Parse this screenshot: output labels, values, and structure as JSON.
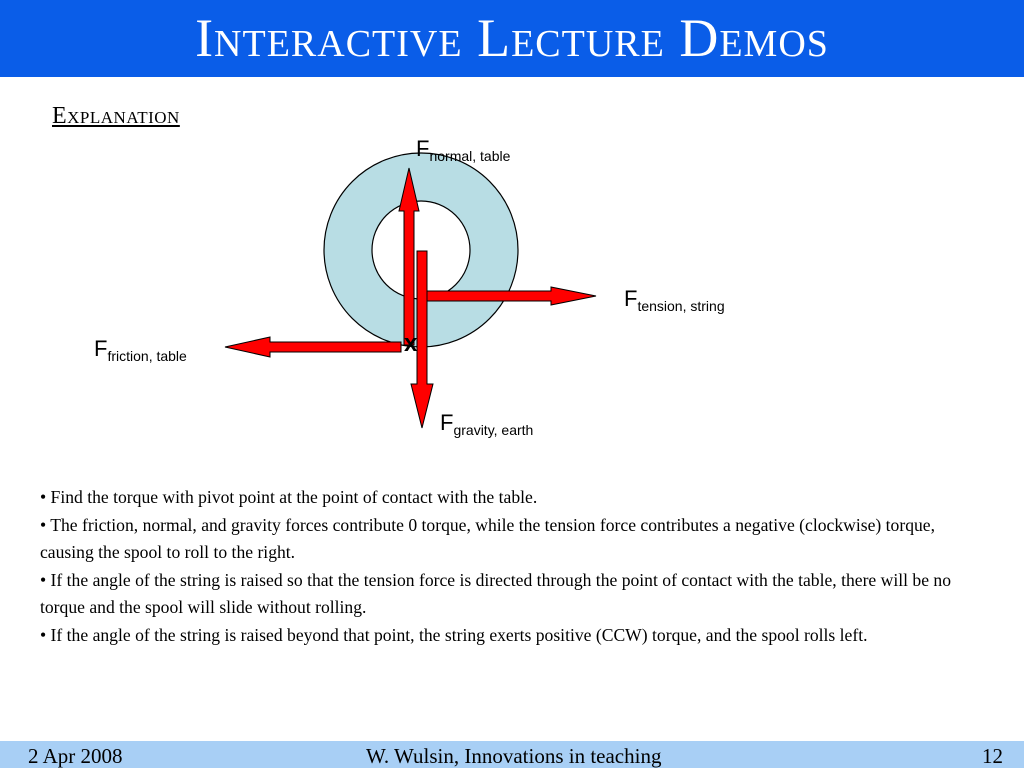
{
  "header": {
    "title": "Interactive Lecture Demos"
  },
  "section": {
    "title": "Explanation"
  },
  "diagram": {
    "pivot_marker": "x",
    "forces": {
      "normal": {
        "symbol": "F",
        "subscript": "normal, table"
      },
      "tension": {
        "symbol": "F",
        "subscript": "tension, string"
      },
      "friction": {
        "symbol": "F",
        "subscript": "friction, table"
      },
      "gravity": {
        "symbol": "F",
        "subscript": "gravity, earth"
      }
    },
    "colors": {
      "arrow": "#ff0000",
      "spool": "#b8dde4",
      "title_bar": "#0a5de8",
      "footer_bar": "#a8cff5"
    }
  },
  "bullets": [
    "• Find the torque with pivot point at the point of contact with the table.",
    "• The friction, normal, and gravity forces contribute 0 torque, while the tension force contributes a negative (clockwise) torque, causing the spool to roll to the right.",
    "• If the angle of the string is raised so that the tension force is directed through the point of contact with the table, there will be no torque and the spool will slide without rolling.",
    "• If the angle of the string is raised beyond that point, the string exerts positive (CCW) torque, and the spool rolls left."
  ],
  "footer": {
    "date": "2 Apr 2008",
    "author": "W. Wulsin, Innovations in teaching",
    "page": "12"
  }
}
